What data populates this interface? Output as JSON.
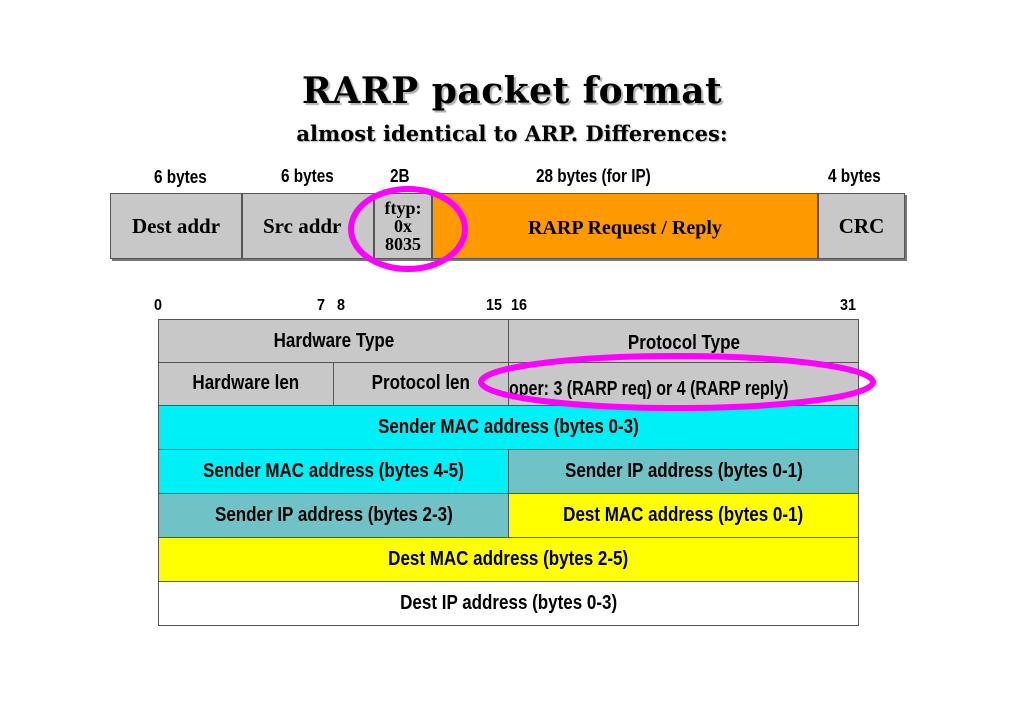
{
  "title": "RARP packet format",
  "subtitle": "almost identical to ARP. Differences:",
  "frame": {
    "size_labels": [
      "6 bytes",
      "6 bytes",
      "2B",
      "28 bytes (for IP)",
      "4 bytes"
    ],
    "fields": {
      "dest": "Dest addr",
      "src": "Src addr",
      "ftype_lines": [
        "ftyp:",
        "0x",
        "8035"
      ],
      "payload": "RARP Request / Reply",
      "crc": "CRC"
    }
  },
  "packet": {
    "bit_labels": [
      "0",
      "7",
      "8",
      "15",
      "16",
      "31"
    ],
    "rows": {
      "hardware_type": "Hardware Type",
      "protocol_type": "Protocol Type",
      "hardware_len": "Hardware len",
      "protocol_len": "Protocol len",
      "oper": "oper: 3 (RARP req) or 4 (RARP reply)",
      "sender_mac_0_3": "Sender MAC address (bytes 0-3)",
      "sender_mac_4_5": "Sender MAC address (bytes 4-5)",
      "sender_ip_0_1": "Sender IP address (bytes 0-1)",
      "sender_ip_2_3": "Sender IP address (bytes 2-3)",
      "dest_mac_0_1": "Dest MAC address (bytes 0-1)",
      "dest_mac_2_5": "Dest MAC address (bytes 2-5)",
      "dest_ip_0_3": "Dest IP address (bytes 0-3)"
    }
  },
  "colors": {
    "gray": "#c8c8c8",
    "payload_orange": "#ff9900",
    "cyan": "#00f0f8",
    "teal": "#6fc3c6",
    "yellow": "#ffff00",
    "highlight_magenta": "#ff00ff"
  }
}
